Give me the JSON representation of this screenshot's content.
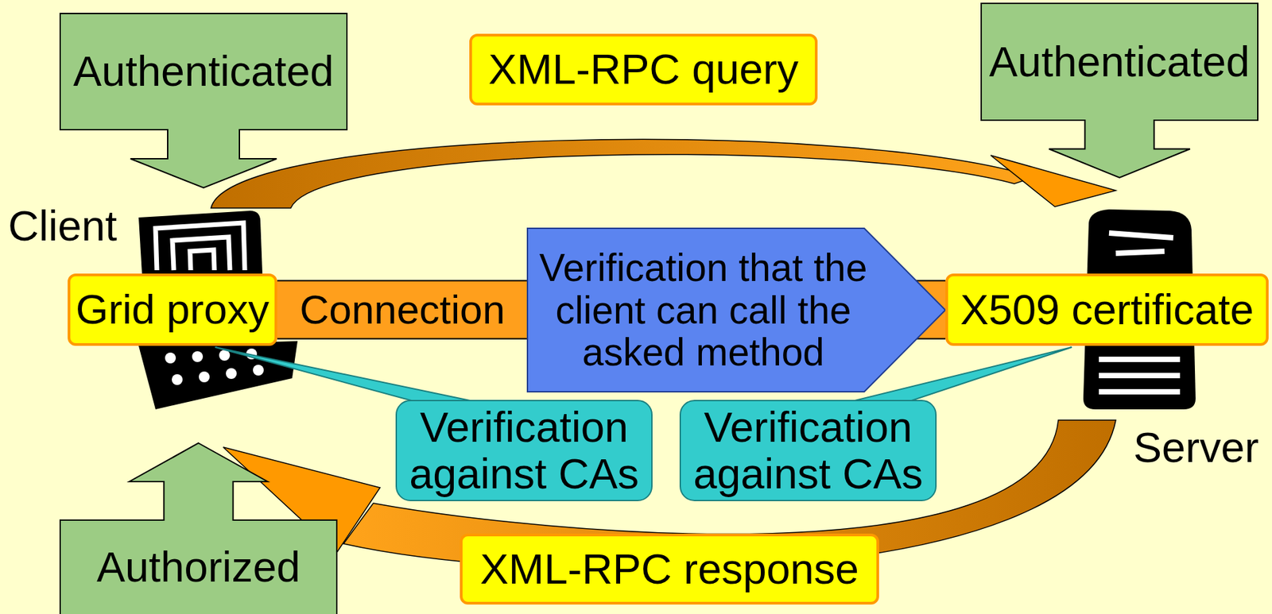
{
  "diagram": {
    "nodes": [
      {
        "text": [
          "Authenticated"
        ]
      },
      {
        "text": [
          "XML-RPC query"
        ]
      },
      {
        "text": [
          "Authenticated"
        ]
      },
      {
        "text": [
          "Grid proxy"
        ]
      },
      {
        "text": [
          "Verification that the client can call the asked method"
        ]
      },
      {
        "text": [
          "X509 certificate"
        ]
      },
      {
        "text": [
          "Verification against CAs"
        ]
      },
      {
        "text": [
          "Verification against CAs"
        ]
      },
      {
        "text": [
          "XML-RPC response"
        ]
      },
      {
        "text": [
          "Authorized"
        ]
      }
    ],
    "edges": [
      {
        "from": 3,
        "to": 5,
        "label": "Connection",
        "arrow": "none"
      }
    ],
    "labels": [
      "Client",
      "Server"
    ]
  }
}
